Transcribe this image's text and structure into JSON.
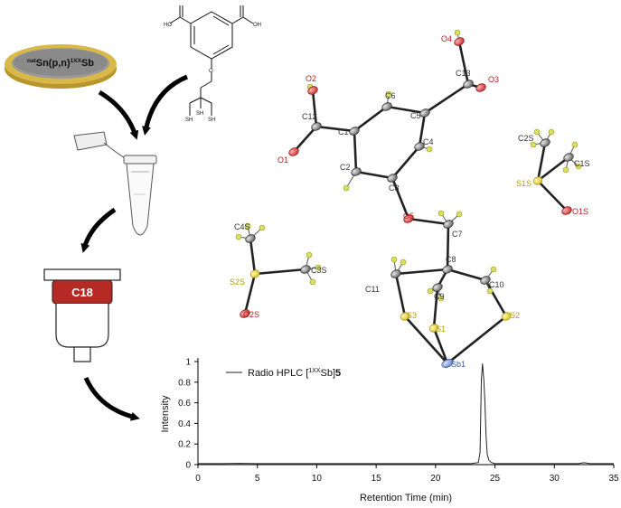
{
  "target": {
    "label_sup_pre": "nat",
    "label_main": "Sn(p,n)",
    "label_sup_post": "1XX",
    "label_end": "Sb"
  },
  "ligand": {
    "acid_left": "HO",
    "acid_right": "OH",
    "thiol_labels": [
      "SH",
      "SH",
      "SH"
    ]
  },
  "column": {
    "label": "C18"
  },
  "crystal": {
    "atoms": [
      "O4",
      "C13",
      "O3",
      "O2",
      "C6",
      "C5",
      "C12",
      "C1",
      "C4",
      "O1",
      "C2",
      "C3",
      "O5",
      "C7",
      "C8",
      "C9",
      "C10",
      "C11",
      "S3",
      "S1",
      "S2",
      "Sb1",
      "C4S",
      "C3S",
      "S2S",
      "O2S",
      "C2S",
      "C1S",
      "S1S",
      "O1S"
    ]
  },
  "colors": {
    "oxygen": "#d63a3a",
    "sulfur": "#e8d84a",
    "antimony": "#6a8fd0",
    "hydrogen": "#d8e060",
    "carbon": "#8a8a8a",
    "column_red": "#b52a24",
    "target_gold": "#d9b84a",
    "target_grey": "#8a8a8a",
    "trace": "#222222"
  },
  "chart_data": {
    "type": "line",
    "legend": "Radio HPLC [",
    "legend_sup": "1XX",
    "legend_tail": "Sb]",
    "legend_bold": "5",
    "xlabel": "Retention Time  (min)",
    "ylabel": "Intensity",
    "xlim": [
      0,
      35
    ],
    "ylim": [
      0,
      1
    ],
    "xticks": [
      0,
      5,
      10,
      15,
      20,
      25,
      30,
      35
    ],
    "yticks": [
      0,
      0.2,
      0.4,
      0.6,
      0.8,
      1
    ],
    "ytick_labels": [
      "0",
      "0.2",
      "0.4",
      "0.6",
      "0.8",
      "1"
    ],
    "series": [
      {
        "x": [
          0,
          2,
          3.5,
          5,
          8,
          12,
          16,
          20,
          22,
          23,
          23.6,
          23.75,
          23.85,
          23.95,
          24.05,
          24.15,
          24.25,
          24.35,
          24.5,
          24.7,
          25,
          26,
          28,
          30,
          32,
          32.5,
          33,
          34,
          35
        ],
        "y": [
          0.01,
          0.01,
          0.012,
          0.01,
          0.01,
          0.01,
          0.01,
          0.01,
          0.01,
          0.01,
          0.02,
          0.12,
          0.82,
          0.98,
          0.84,
          0.62,
          0.28,
          0.1,
          0.04,
          0.02,
          0.01,
          0.01,
          0.01,
          0.01,
          0.01,
          0.018,
          0.01,
          0.01,
          0.01
        ]
      }
    ]
  }
}
